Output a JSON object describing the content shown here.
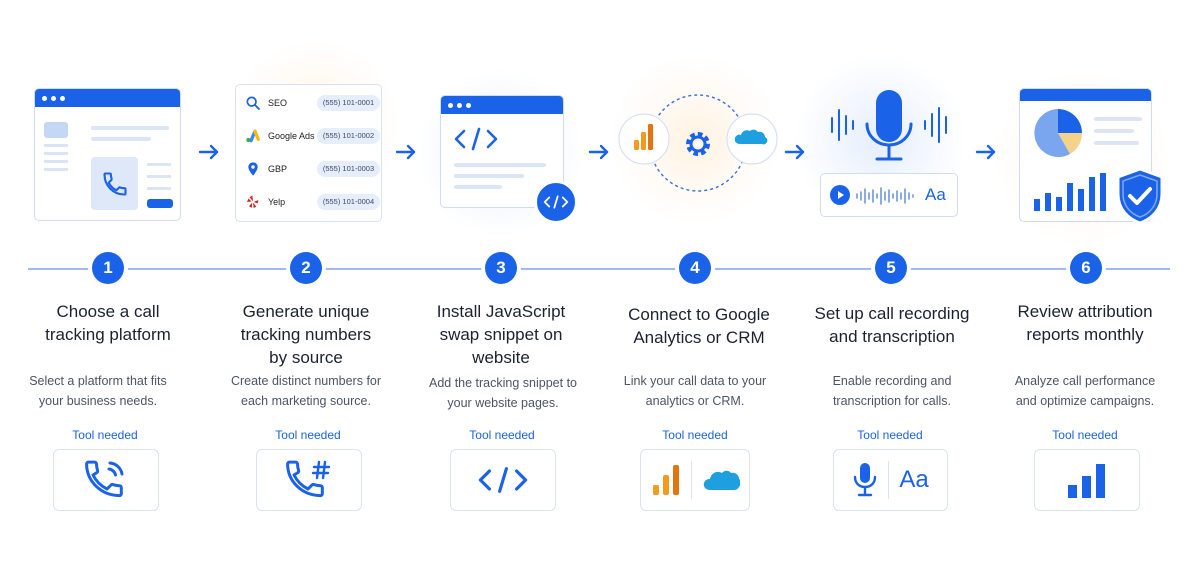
{
  "steps": [
    {
      "number": "1",
      "title_lines": [
        "Choose a call",
        "tracking platform"
      ],
      "desc_lines": [
        "Select a platform that fits",
        "your business needs."
      ],
      "tool_label": "Tool needed",
      "tool_icon": "phone-ringing-icon"
    },
    {
      "number": "2",
      "title_lines": [
        "Generate unique",
        "tracking numbers",
        "by source"
      ],
      "desc_lines": [
        "Create distinct numbers for",
        "each marketing source."
      ],
      "tool_label": "Tool needed",
      "tool_icon": "phone-hash-icon"
    },
    {
      "number": "3",
      "title_lines": [
        "Install JavaScript",
        "swap snippet on",
        "website"
      ],
      "desc_lines": [
        "Add the tracking snippet to",
        "your website pages."
      ],
      "tool_label": "Tool needed",
      "tool_icon": "code-icon"
    },
    {
      "number": "4",
      "title_lines": [
        "Connect to Google",
        "Analytics or CRM"
      ],
      "desc_lines": [
        "Link your call data to your",
        "analytics or CRM."
      ],
      "tool_label": "Tool needed",
      "tool_icon": "analytics-crm-icon"
    },
    {
      "number": "5",
      "title_lines": [
        "Set up call recording",
        "and transcription"
      ],
      "desc_lines": [
        "Enable recording and",
        "transcription for calls."
      ],
      "tool_label": "Tool needed",
      "tool_icon": "mic-text-icon"
    },
    {
      "number": "6",
      "title_lines": [
        "Review attribution",
        "reports monthly"
      ],
      "desc_lines": [
        "Analyze call performance",
        "and optimize campaigns."
      ],
      "tool_label": "Tool needed",
      "tool_icon": "bar-chart-icon"
    }
  ],
  "sources": [
    {
      "name": "SEO",
      "number": "(555) 101-0001",
      "icon": "search-icon"
    },
    {
      "name": "Google Ads",
      "number": "(555) 101-0002",
      "icon": "google-ads-icon"
    },
    {
      "name": "GBP",
      "number": "(555) 101-0003",
      "icon": "map-pin-icon"
    },
    {
      "name": "Yelp",
      "number": "(555) 101-0004",
      "icon": "yelp-icon"
    }
  ],
  "transcript_label": "Aa",
  "code_label": "</>",
  "colors": {
    "accent": "#1a63e8",
    "analytics_orange": "#f29b1d",
    "salesforce": "#1d9fe0",
    "pie_yellow": "#f3d28a"
  }
}
